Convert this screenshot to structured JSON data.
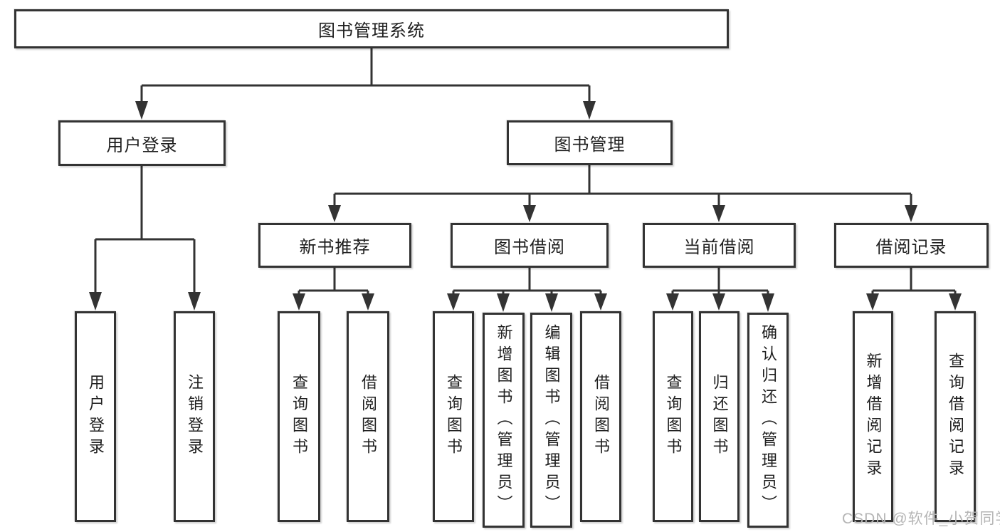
{
  "nodes": {
    "root": {
      "label": "图书管理系统"
    },
    "user_login": {
      "label": "用户登录"
    },
    "book_mgmt": {
      "label": "图书管理"
    },
    "user_login_leaf": {
      "label": "用户登录"
    },
    "logout_leaf": {
      "label": "注销登录"
    },
    "new_book_rec": {
      "label": "新书推荐"
    },
    "book_borrow": {
      "label": "图书借阅"
    },
    "current_borrow": {
      "label": "当前借阅"
    },
    "borrow_record": {
      "label": "借阅记录"
    },
    "rec_query_books": {
      "label": "查询图书"
    },
    "rec_borrow_books": {
      "label": "借阅图书"
    },
    "bb_query_books": {
      "label": "查询图书"
    },
    "bb_add_books": {
      "label": "新增图书（管理员）"
    },
    "bb_edit_books": {
      "label": "编辑图书（管理员）"
    },
    "bb_borrow_books": {
      "label": "借阅图书"
    },
    "cb_query_books": {
      "label": "查询图书"
    },
    "cb_return_books": {
      "label": "归还图书"
    },
    "cb_confirm_return": {
      "label": "确认归还（管理员）"
    },
    "br_add_record": {
      "label": "新增借阅记录"
    },
    "br_query_record": {
      "label": "查询借阅记录"
    }
  },
  "hierarchy": {
    "图书管理系统": {
      "用户登录": [
        "用户登录",
        "注销登录"
      ],
      "图书管理": {
        "新书推荐": [
          "查询图书",
          "借阅图书"
        ],
        "图书借阅": [
          "查询图书",
          "新增图书（管理员）",
          "编辑图书（管理员）",
          "借阅图书"
        ],
        "当前借阅": [
          "查询图书",
          "归还图书",
          "确认归还（管理员）"
        ],
        "借阅记录": [
          "新增借阅记录",
          "查询借阅记录"
        ]
      }
    }
  },
  "watermark": {
    "text": "CSDN @软件_小贺同学",
    "color": "#b5b5b5"
  },
  "colors": {
    "line": "#333333",
    "box_border": "#333333",
    "box_fill": "#ffffff",
    "text": "#1f1f1f",
    "background": "#ffffff"
  }
}
